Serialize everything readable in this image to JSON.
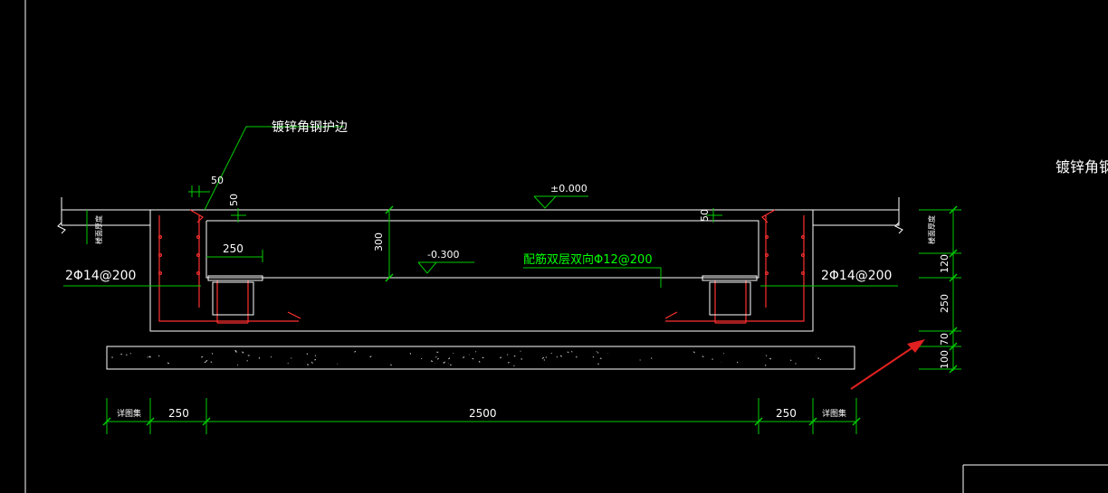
{
  "annotations": {
    "angle_steel_edge": "镀锌角钢护边",
    "angle_steel_edge_right_partial": "镀锌角钢",
    "elevation_top": "±0.000",
    "elevation_bottom": "-0.300",
    "rebar_note": "配筋双层双向Φ12@200",
    "left_rebar": "2Φ14@200",
    "right_rebar": "2Φ14@200",
    "floor_thickness_left": "楼面厚度",
    "floor_thickness_right": "楼面厚度"
  },
  "dimensions": {
    "top_edge_50_a": "50",
    "top_edge_50_b": "50",
    "top_edge_50_c": "50",
    "depth_300": "300",
    "width_250_inner": "250",
    "right_120": "120",
    "right_250": "250",
    "right_70": "70",
    "right_100": "100",
    "bottom_left_ref": "详图集",
    "bottom_250_left": "250",
    "bottom_2500": "2500",
    "bottom_250_right": "250",
    "bottom_right_ref": "详图集"
  },
  "colors": {
    "background": "#000000",
    "line_white": "#ffffff",
    "dimension_green": "#00ff00",
    "rebar_red": "#ff3030",
    "arrow_red": "#e02020"
  }
}
